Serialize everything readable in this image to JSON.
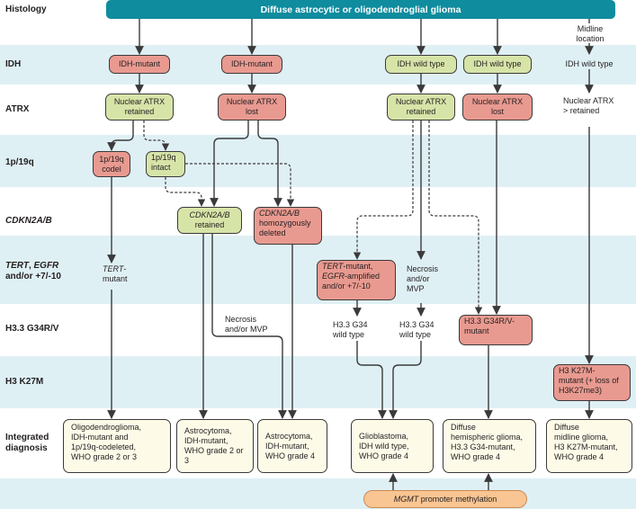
{
  "rows": {
    "histology": "Histology",
    "idh": "IDH",
    "atrx": "ATRX",
    "p19q": "1p/19q",
    "cdkn2a": "CDKN2A/B",
    "tert_italic1": "TERT",
    "tert_mid": ", ",
    "tert_italic2": "EGFR",
    "tert_line2": "and/or +7/-10",
    "h33": "H3.3 G34R/V",
    "h3k27m": "H3 K27M",
    "integrated_line1": "Integrated",
    "integrated_line2": "diagnosis"
  },
  "top": {
    "banner": "Diffuse astrocytic or oligodendroglial glioma",
    "midline_line1": "Midline",
    "midline_line2": "location"
  },
  "nodes": {
    "idh_mut_1": "IDH-mutant",
    "idh_mut_2": "IDH-mutant",
    "idh_wt_1": "IDH wild type",
    "idh_wt_2": "IDH wild type",
    "idh_wt_3": "IDH wild type",
    "atrx_ret_1_l1": "Nuclear ATRX",
    "atrx_ret_1_l2": "retained",
    "atrx_lost_1_l1": "Nuclear ATRX",
    "atrx_lost_1_l2": "lost",
    "atrx_ret_2_l1": "Nuclear ATRX",
    "atrx_ret_2_l2": "retained",
    "atrx_lost_2_l1": "Nuclear ATRX",
    "atrx_lost_2_l2": "lost",
    "atrx_mid_l1": "Nuclear ATRX",
    "atrx_mid_l2": "> retained",
    "codel_l1": "1p/19q",
    "codel_l2": "codel",
    "intact_l1": "1p/19q",
    "intact_l2": "intact",
    "cdkn_ret_italic": "CDKN2A/B",
    "cdkn_ret_l2": "retained",
    "cdkn_del_italic": "CDKN2A/B",
    "cdkn_del_l2": "homozygously",
    "cdkn_del_l3": "deleted",
    "tert_mutant_italic": "TERT",
    "tert_mutant_after": "-",
    "tert_mutant_l2": "mutant",
    "gbm_tert_italic": "TERT",
    "gbm_tert_after": "-mutant,",
    "gbm_egfr_italic": "EGFR",
    "gbm_egfr_after": "-amplified",
    "gbm_l3": "and/or +7/-10",
    "necrosis_1_l1": "Necrosis",
    "necrosis_1_l2": "and/or",
    "necrosis_1_l3": "MVP",
    "necrosis_2_l1": "Necrosis",
    "necrosis_2_l2": "and/or MVP",
    "g34wt_1_l1": "H3.3 G34",
    "g34wt_1_l2": "wild type",
    "g34wt_2_l1": "H3.3 G34",
    "g34wt_2_l2": "wild type",
    "g34mut_l1": "H3.3 G34R/V-",
    "g34mut_l2": "mutant",
    "k27m_l1": "H3 K27M-",
    "k27m_l2": "mutant (+ loss of",
    "k27m_l3": "H3K27me3)",
    "mgmt_italic": "MGMT",
    "mgmt_after": " promoter methylation"
  },
  "diagnoses": {
    "d1": [
      "Oligodendroglioma,",
      "IDH-mutant and",
      "1p/19q-codeleted,",
      "WHO grade 2 or 3"
    ],
    "d2": [
      "Astrocytoma,",
      "IDH-mutant,",
      "WHO grade 2 or 3"
    ],
    "d3": [
      "Astrocytoma,",
      "IDH-mutant,",
      "WHO grade 4"
    ],
    "d4": [
      "Glioblastoma,",
      "IDH wild type,",
      "WHO grade 4"
    ],
    "d5": [
      "Diffuse",
      "hemispheric glioma,",
      "H3.3 G34-mutant,",
      "WHO grade 4"
    ],
    "d6": [
      "Diffuse",
      "midline glioma,",
      "H3 K27M-mutant,",
      "WHO grade 4"
    ]
  },
  "colors": {
    "banner": "#0f8c9e",
    "band": "#dff0f5",
    "red_node": "#e99a90",
    "green_node": "#d7e4a8",
    "diagnosis_node": "#fdfbe8",
    "mgmt_node": "#f9c592"
  }
}
